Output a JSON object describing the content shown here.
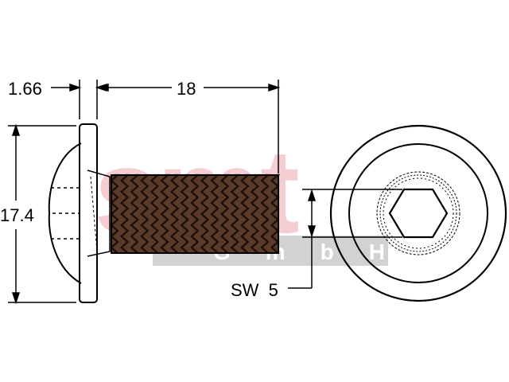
{
  "dimensions": {
    "head_thickness": "1.66",
    "thread_length": "18",
    "head_diameter": "17.4",
    "socket_size": "SW  5"
  },
  "watermark": {
    "logo_text": "smt",
    "sub_text": "GmbH",
    "logo_color": "#f4c9cf",
    "bar_color": "#cfcfcf"
  },
  "colors": {
    "line": "#000000",
    "thread": "#3a2418"
  }
}
